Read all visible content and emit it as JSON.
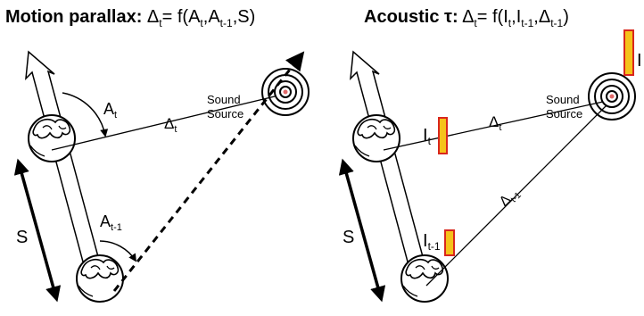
{
  "left_panel": {
    "title_bold": "Motion parallax:",
    "formula": {
      "delta": "Δ",
      "delta_sub": "t",
      "eq": "= f(",
      "a1": "A",
      "a1_sub": "t",
      "a2": "A",
      "a2_sub": "t-1",
      "s": "S",
      "close": ")",
      "comma": ","
    },
    "angle_top": {
      "main": "A",
      "sub": "t"
    },
    "angle_bottom": {
      "main": "A",
      "sub": "t-1"
    },
    "delta_label": {
      "main": "Δ",
      "sub": "t"
    },
    "source_label_line1": "Sound",
    "source_label_line2": "Source",
    "s_label": "S"
  },
  "right_panel": {
    "title_bold": "Acoustic τ:",
    "formula": {
      "delta": "Δ",
      "delta_sub": "t",
      "eq": "= f(",
      "i1": "I",
      "i1_sub": "t",
      "i2": "I",
      "i2_sub": "t-1",
      "d2": "Δ",
      "d2_sub": "t-1",
      "close": ")",
      "comma": ","
    },
    "intensity_top": {
      "main": "I",
      "sub": "t"
    },
    "intensity_bottom": {
      "main": "I",
      "sub": "t-1"
    },
    "intensity_source": "I",
    "delta_top": {
      "main": "Δ",
      "sub": "t"
    },
    "delta_bottom": {
      "main": "Δ",
      "sub": "t-1"
    },
    "source_label_line1": "Sound",
    "source_label_line2": "Source",
    "s_label": "S"
  },
  "colors": {
    "bar_fill": "#f5c21a",
    "bar_stroke": "#d9261c",
    "ink": "#000000"
  }
}
